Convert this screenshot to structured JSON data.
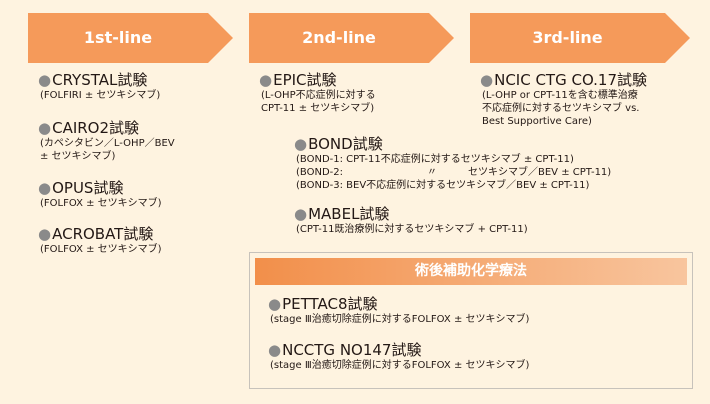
{
  "colors": {
    "accent": "#f59a5a",
    "background": "#fef3e0",
    "bullet": "#8a8a8a"
  },
  "arrows": [
    {
      "label": "1st-line"
    },
    {
      "label": "2nd-line"
    },
    {
      "label": "3rd-line"
    }
  ],
  "first_line": [
    {
      "name": "CRYSTAL試験",
      "desc": [
        "(FOLFIRI ± セツキシマブ)"
      ]
    },
    {
      "name": "CAIRO2試験",
      "desc": [
        "(カペシタビン／L-OHP／BEV",
        "± セツキシマブ)"
      ]
    },
    {
      "name": "OPUS試験",
      "desc": [
        "(FOLFOX ± セツキシマブ)"
      ]
    },
    {
      "name": "ACROBAT試験",
      "desc": [
        "(FOLFOX ± セツキシマブ)"
      ]
    }
  ],
  "second_line": {
    "epic": {
      "name": "EPIC試験",
      "desc": [
        "(L-OHP不応症例に対する",
        "CPT-11 ± セツキシマブ)"
      ]
    },
    "bond": {
      "name": "BOND試験",
      "desc": [
        "(BOND-1: CPT-11不応症例に対するセツキシマブ ± CPT-11)",
        "(BOND-2:",
        "〃",
        "セツキシマブ／BEV ± CPT-11)",
        "(BOND-3: BEV不応症例に対するセツキシマブ／BEV ± CPT-11)"
      ]
    },
    "mabel": {
      "name": "MABEL試験",
      "desc": [
        "(CPT-11既治療例に対するセツキシマブ + CPT-11)"
      ]
    }
  },
  "third_line": {
    "name": "NCIC CTG CO.17試験",
    "desc": [
      "(L-OHP or CPT-11を含む標準治療",
      "不応症例に対するセツキシマブ vs.",
      "Best Supportive Care)"
    ]
  },
  "adjuvant": {
    "title": "術後補助化学療法",
    "trials": [
      {
        "name": "PETTAC8試験",
        "desc": [
          "(stage Ⅲ治癒切除症例に対するFOLFOX ± セツキシマブ)"
        ]
      },
      {
        "name": "NCCTG NO147試験",
        "desc": [
          "(stage Ⅲ治癒切除症例に対するFOLFOX ± セツキシマブ)"
        ]
      }
    ]
  }
}
